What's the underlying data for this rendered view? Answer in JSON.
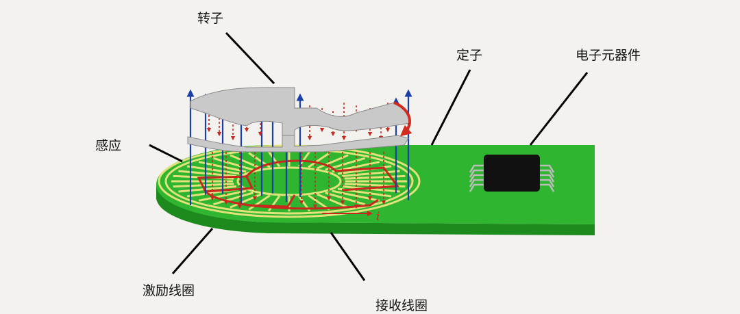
{
  "labels": {
    "rotor": "转子",
    "stator": "定子",
    "electronics": "电子元器件",
    "induction": "感应",
    "excitation_coil": "激励线圈",
    "receiver_coil": "接收线圈",
    "current_symbol": "i"
  },
  "colors": {
    "background": "#f3f2ee",
    "pcb_green": "#2fb52f",
    "pcb_side": "#1d8a1d",
    "coil_yellow": "#e2e27a",
    "receiver_red": "#c8281e",
    "rotor_gray": "#c9c9c9",
    "field_blue": "#1a3fa8",
    "chip_black": "#111111",
    "leader_black": "#000000"
  }
}
